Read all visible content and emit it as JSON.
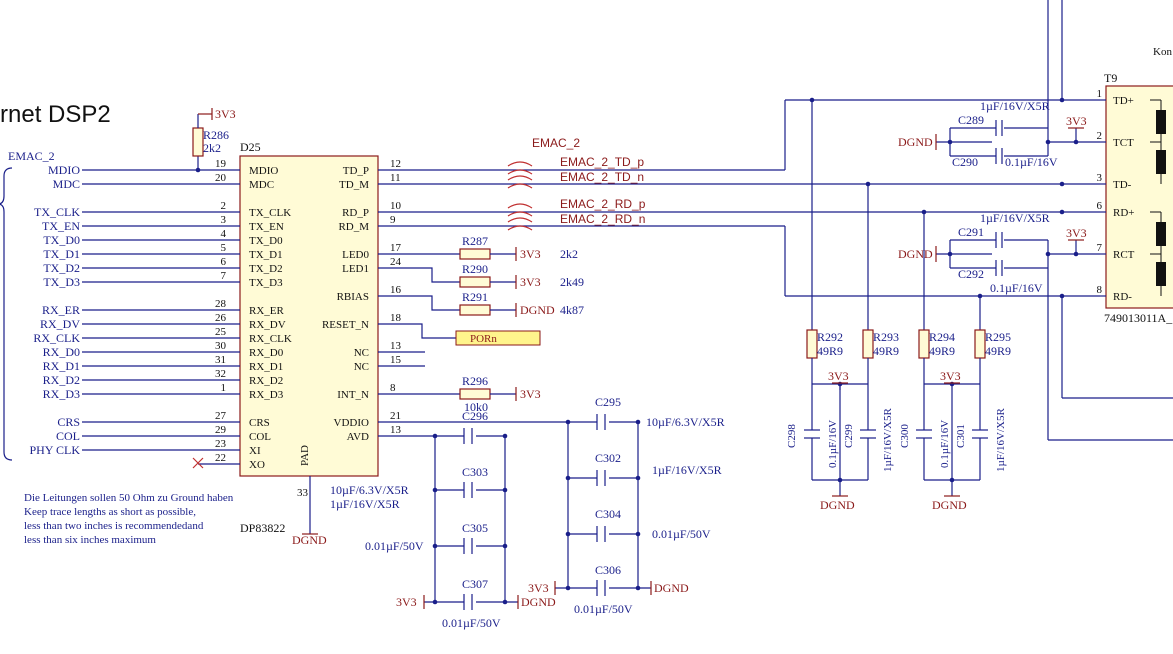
{
  "title": "rnet DSP2",
  "ic": {
    "ref": "D25",
    "part": "DP83822",
    "left_pins": [
      {
        "num": "19",
        "name": "MDIO",
        "sig": "MDIO"
      },
      {
        "num": "20",
        "name": "MDC",
        "sig": "MDC"
      },
      {
        "num": "2",
        "name": "TX_CLK",
        "sig": "TX_CLK"
      },
      {
        "num": "3",
        "name": "TX_EN",
        "sig": "TX_EN"
      },
      {
        "num": "4",
        "name": "TX_D0",
        "sig": "TX_D0"
      },
      {
        "num": "5",
        "name": "TX_D1",
        "sig": "TX_D1"
      },
      {
        "num": "6",
        "name": "TX_D2",
        "sig": "TX_D2"
      },
      {
        "num": "7",
        "name": "TX_D3",
        "sig": "TX_D3"
      },
      {
        "num": "28",
        "name": "RX_ER",
        "sig": "RX_ER"
      },
      {
        "num": "26",
        "name": "RX_DV",
        "sig": "RX_DV"
      },
      {
        "num": "25",
        "name": "RX_CLK",
        "sig": "RX_CLK"
      },
      {
        "num": "30",
        "name": "RX_D0",
        "sig": "RX_D0"
      },
      {
        "num": "31",
        "name": "RX_D1",
        "sig": "RX_D1"
      },
      {
        "num": "32",
        "name": "RX_D2",
        "sig": "RX_D2"
      },
      {
        "num": "1",
        "name": "RX_D3",
        "sig": "RX_D3"
      },
      {
        "num": "27",
        "name": "CRS",
        "sig": "CRS"
      },
      {
        "num": "29",
        "name": "COL",
        "sig": "COL"
      },
      {
        "num": "23",
        "name": "XI",
        "sig": "PHY CLK"
      },
      {
        "num": "22",
        "name": "XO",
        "sig": ""
      }
    ],
    "right_pins": [
      {
        "num": "12",
        "name": "TD_P"
      },
      {
        "num": "11",
        "name": "TD_M"
      },
      {
        "num": "10",
        "name": "RD_P"
      },
      {
        "num": "9",
        "name": "RD_M"
      },
      {
        "num": "17",
        "name": "LED0"
      },
      {
        "num": "24",
        "name": "LED1"
      },
      {
        "num": "16",
        "name": "RBIAS"
      },
      {
        "num": "18",
        "name": "RESET_N"
      },
      {
        "num": "13",
        "name": "NC"
      },
      {
        "num": "15",
        "name": "NC"
      },
      {
        "num": "8",
        "name": "INT_N"
      },
      {
        "num": "21",
        "name": "VDDIO"
      },
      {
        "num": "13",
        "name": "AVD"
      }
    ],
    "pad_label": "PAD",
    "pad_num": "33"
  },
  "bus_label": "EMAC_2",
  "emac_label": "EMAC_2",
  "nets": [
    "EMAC_2_TD_p",
    "EMAC_2_TD_n",
    "EMAC_2_RD_p",
    "EMAC_2_RD_n"
  ],
  "r286": {
    "ref": "R286",
    "val": "2k2",
    "pwr": "3V3"
  },
  "r287": {
    "ref": "R287",
    "val": "2k2",
    "pwr": "3V3"
  },
  "r290": {
    "ref": "R290",
    "val": "2k49",
    "pwr": "3V3"
  },
  "r291": {
    "ref": "R291",
    "val": "4k87",
    "pwr": "DGND"
  },
  "r296": {
    "ref": "R296",
    "val": "10k0",
    "pwr": "3V3"
  },
  "porn": "PORn",
  "gnd_d25": "DGND",
  "caps_note": [
    "10µF/6.3V/X5R",
    "1µF/16V/X5R"
  ],
  "c296": {
    "ref": "C296"
  },
  "c303": {
    "ref": "C303"
  },
  "c305": {
    "ref": "C305"
  },
  "c307": {
    "ref": "C307"
  },
  "cap_val_001": "0.01µF/50V",
  "c307_val": "0.01µF/50V",
  "left_3v3": "3V3",
  "left_dgnd": "DGND",
  "c295": {
    "ref": "C295",
    "val": "10µF/6.3V/X5R"
  },
  "c302": {
    "ref": "C302",
    "val": "1µF/16V/X5R"
  },
  "c304": {
    "ref": "C304",
    "val": "0.01µF/50V"
  },
  "c306": {
    "ref": "C306",
    "val": "0.01µF/50V"
  },
  "right_3v3": "3V3",
  "right_dgnd": "DGND",
  "note": [
    "Die Leitungen sollen 50 Ohm zu Ground haben",
    "Keep trace lengths as short as possible,",
    "less than two inches is recommendedand",
    "less than six inches maximum"
  ],
  "term": {
    "r292": {
      "ref": "R292",
      "val": "49R9"
    },
    "r293": {
      "ref": "R293",
      "val": "49R9"
    },
    "r294": {
      "ref": "R294",
      "val": "49R9"
    },
    "r295": {
      "ref": "R295",
      "val": "49R9"
    },
    "pwr": "3V3",
    "gnd": "DGND",
    "c298": {
      "ref": "C298",
      "val": "0.1µF/16V"
    },
    "c299": {
      "ref": "C299",
      "val": "1µF/16V/X5R"
    },
    "c300": {
      "ref": "C300",
      "val": "0.1µF/16V"
    },
    "c301": {
      "ref": "C301",
      "val": "1µF/16V/X5R"
    }
  },
  "xfmr": {
    "ref": "T9",
    "part": "749013011A_",
    "pins": [
      {
        "num": "1",
        "name": "TD+"
      },
      {
        "num": "2",
        "name": "TCT"
      },
      {
        "num": "3",
        "name": "TD-"
      },
      {
        "num": "6",
        "name": "RD+"
      },
      {
        "num": "7",
        "name": "RCT"
      },
      {
        "num": "8",
        "name": "RD-"
      }
    ],
    "kon": "Kon"
  },
  "c289": {
    "ref": "C289",
    "val": "1µF/16V/X5R"
  },
  "c290": {
    "ref": "C290",
    "val": "0.1µF/16V"
  },
  "c291": {
    "ref": "C291",
    "val": "1µF/16V/X5R"
  },
  "c292": {
    "ref": "C292",
    "val": "0.1µF/16V"
  },
  "tct_gnd": "DGND",
  "tct_pwr": "3V3",
  "rct_gnd": "DGND",
  "rct_pwr": "3V3"
}
